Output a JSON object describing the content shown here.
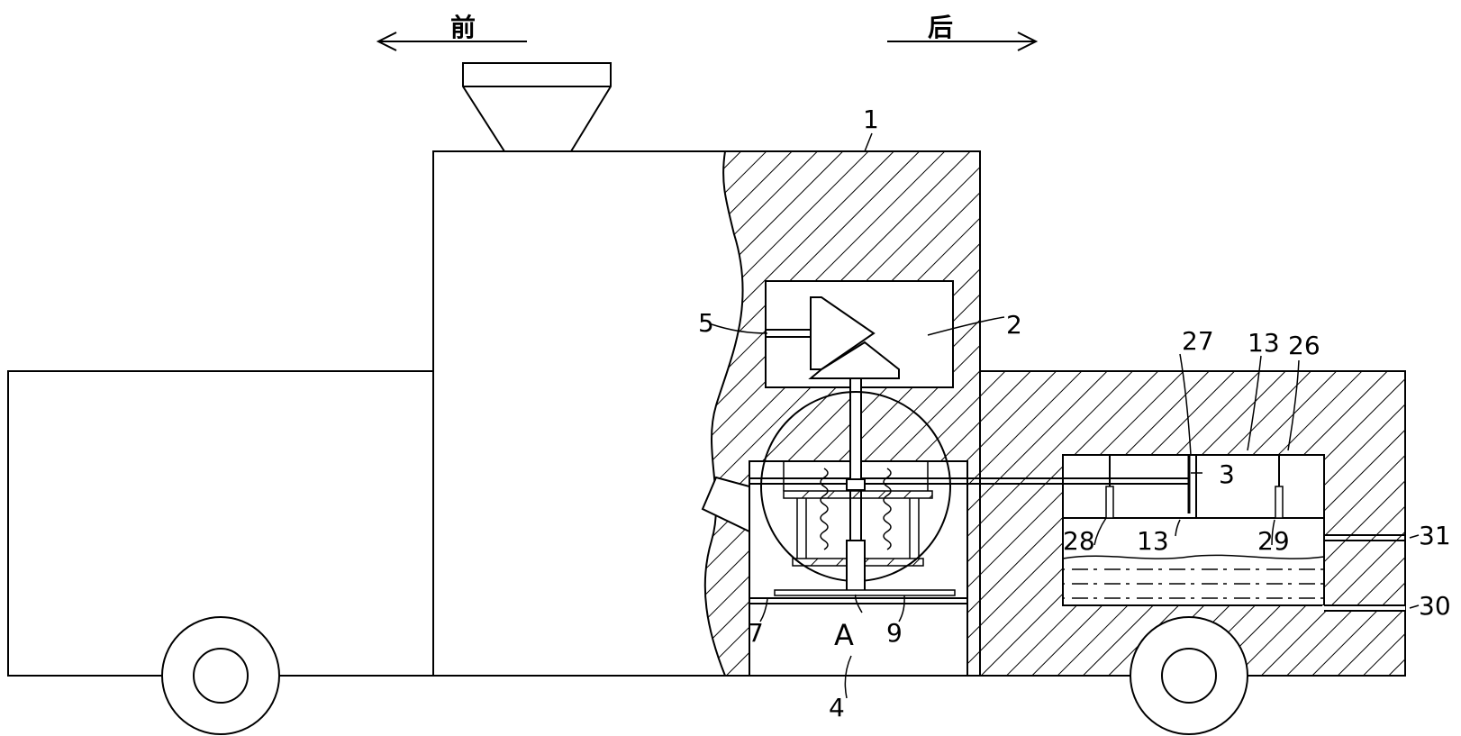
{
  "direction": {
    "front": "前",
    "rear": "后"
  },
  "labels": {
    "l1": "1",
    "l2": "2",
    "l3": "3",
    "l4": "4",
    "l5": "5",
    "l7": "7",
    "l9": "9",
    "l13a": "13",
    "l13b": "13",
    "l26": "26",
    "l27": "27",
    "l28": "28",
    "l29": "29",
    "l30": "30",
    "l31": "31",
    "lA": "A"
  }
}
